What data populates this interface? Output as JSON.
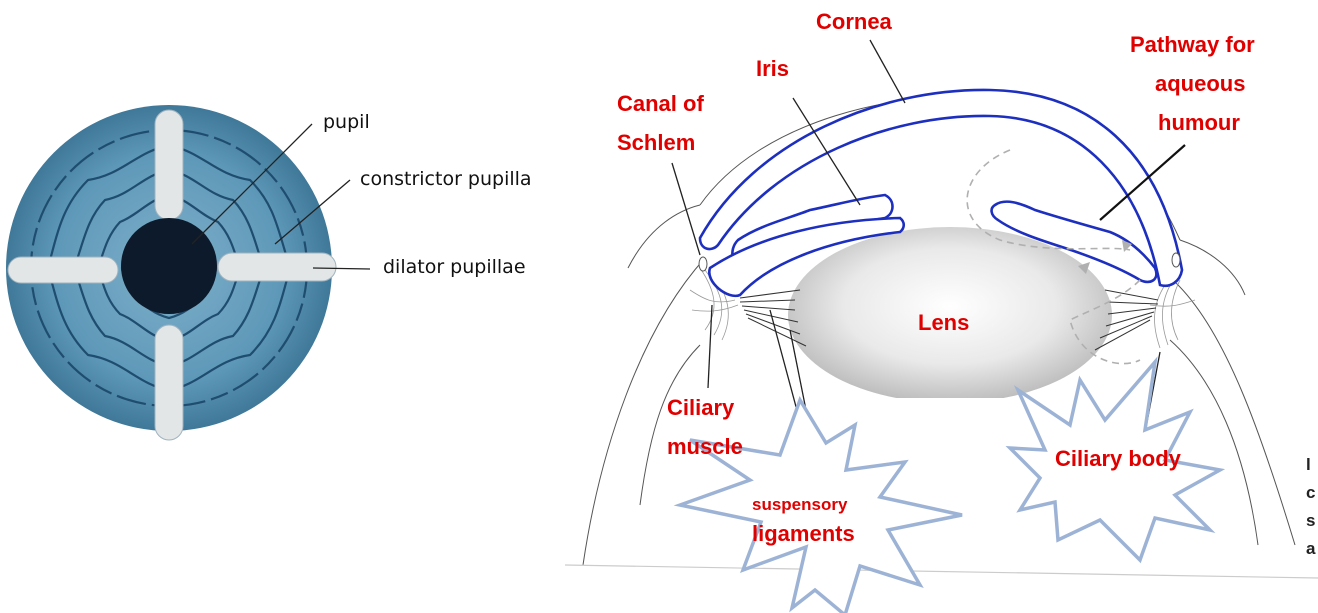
{
  "colors": {
    "iris_outer": "#4a86a5",
    "iris_rings": "#1f4d70",
    "pupil": "#0d1a2b",
    "muscle_bar": "#e3e6e7",
    "label_red": "#e00000",
    "label_black": "#111111",
    "eye_outline": "#1d2fbf",
    "star_outline": "#9db3d6"
  },
  "iris_diagram": {
    "labels": {
      "pupil": "pupil",
      "constrictor": "constrictor pupilla",
      "dilator": "dilator pupillae"
    }
  },
  "eye_diagram": {
    "labels": {
      "cornea": "Cornea",
      "iris": "Iris",
      "canal_line1": "Canal of",
      "canal_line2": "Schlem",
      "pathway_line1": "Pathway for",
      "pathway_line2": "aqueous",
      "pathway_line3": "humour",
      "lens": "Lens",
      "ciliary_muscle_line1": "Ciliary",
      "ciliary_muscle_line2": "muscle",
      "suspensory_line1": "suspensory",
      "suspensory_line2": "ligaments",
      "ciliary_body": "Ciliary body"
    },
    "edge_fragments": [
      "l",
      "c",
      "s",
      "a"
    ]
  }
}
